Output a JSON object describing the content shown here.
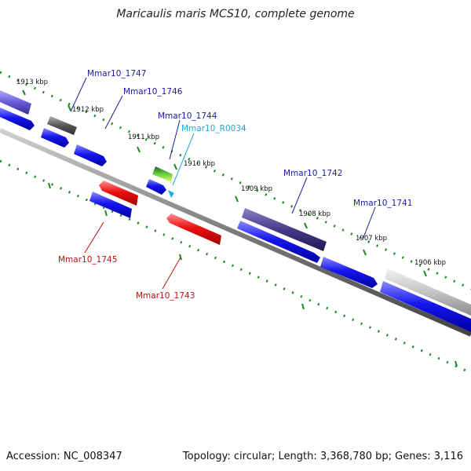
{
  "title": "Maricaulis maris MCS10, complete genome",
  "footer": {
    "accession": "Accession: NC_008347",
    "topology": "Topology: circular; Length: 3,368,780 bp; Genes: 3,116"
  },
  "ticks": [
    "1913 kbp",
    "1912 kbp",
    "1911 kbp",
    "1910 kbp",
    "1909 kbp",
    "1908 kbp",
    "1907 kbp",
    "1906 kbp"
  ],
  "labels": {
    "mmar10_1747": "Mmar10_1747",
    "mmar10_1746": "Mmar10_1746",
    "mmar10_1744": "Mmar10_1744",
    "mmar10_r0034": "Mmar10_R0034",
    "mmar10_1742": "Mmar10_1742",
    "mmar10_1741": "Mmar10_1741",
    "mmar10_1745": "Mmar10_1745",
    "mmar10_1743": "Mmar10_1743"
  },
  "colors": {
    "forward_gene": "#1010e8",
    "reverse_gene": "#e81010",
    "label_blue": "#1a1aa8",
    "label_red": "#c01010",
    "label_cyan": "#22a8d8",
    "tick_green": "#1a8a1a",
    "backbone": "#888888"
  }
}
